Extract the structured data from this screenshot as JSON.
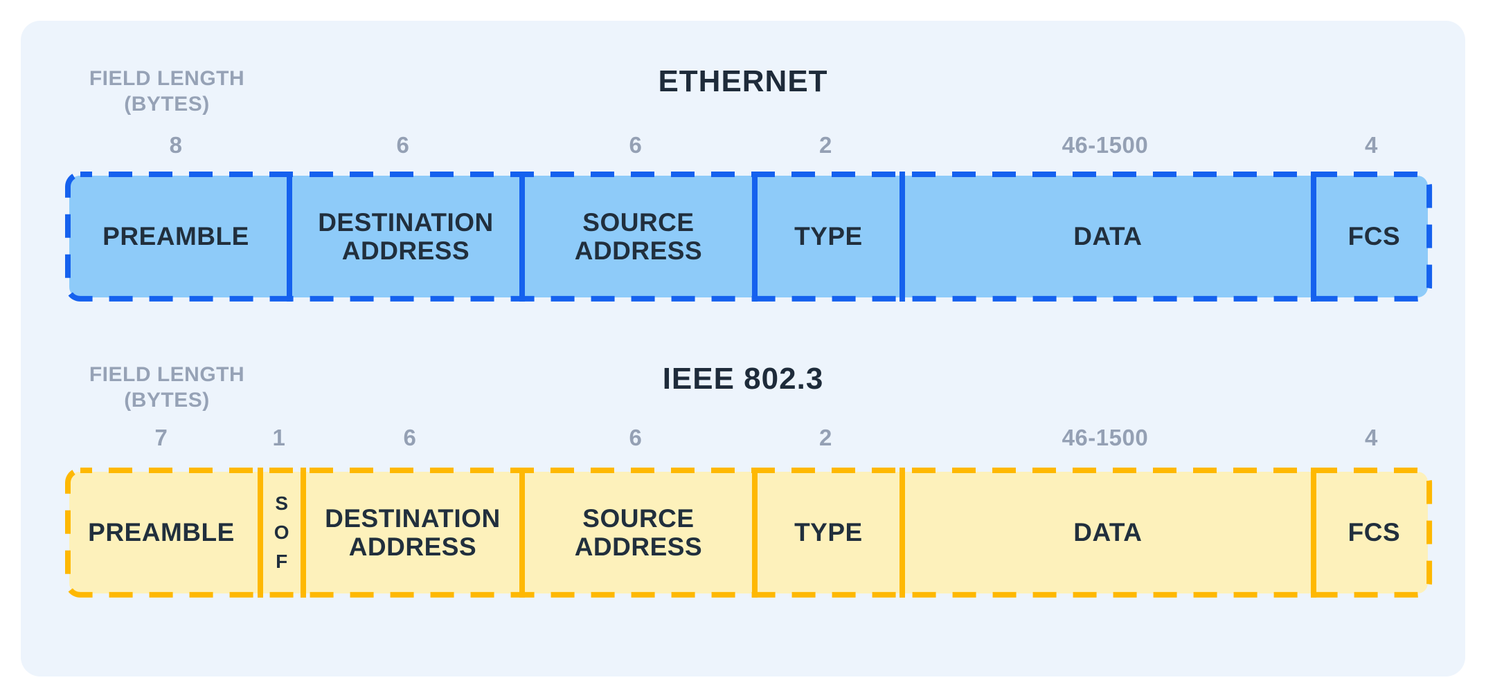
{
  "page": {
    "background": "#ffffff",
    "card_background": "#edf4fc"
  },
  "text_colors": {
    "title": "#1e2b3a",
    "field_label": "#212f3d",
    "muted_gray": "#96a2b6"
  },
  "ethernet": {
    "title": "ETHERNET",
    "field_length_label": "FIELD LENGTH\n(BYTES)",
    "colors": {
      "border": "#1561ee",
      "fill": "#8ecbf9"
    },
    "fields": [
      {
        "label": "PREAMBLE",
        "length": "8"
      },
      {
        "label": "DESTINATION ADDRESS",
        "length": "6"
      },
      {
        "label": "SOURCE ADDRESS",
        "length": "6"
      },
      {
        "label": "TYPE",
        "length": "2"
      },
      {
        "label": "DATA",
        "length": "46-1500"
      },
      {
        "label": "FCS",
        "length": "4"
      }
    ]
  },
  "ieee8023": {
    "title": "IEEE 802.3",
    "field_length_label": "FIELD LENGTH\n(BYTES)",
    "colors": {
      "border": "#feb802",
      "fill": "#fdf1bb"
    },
    "fields": [
      {
        "label": "PREAMBLE",
        "length": "7"
      },
      {
        "label": "SOF",
        "length": "1"
      },
      {
        "label": "DESTINATION ADDRESS",
        "length": "6"
      },
      {
        "label": "SOURCE ADDRESS",
        "length": "6"
      },
      {
        "label": "TYPE",
        "length": "2"
      },
      {
        "label": "DATA",
        "length": "46-1500"
      },
      {
        "label": "FCS",
        "length": "4"
      }
    ]
  }
}
